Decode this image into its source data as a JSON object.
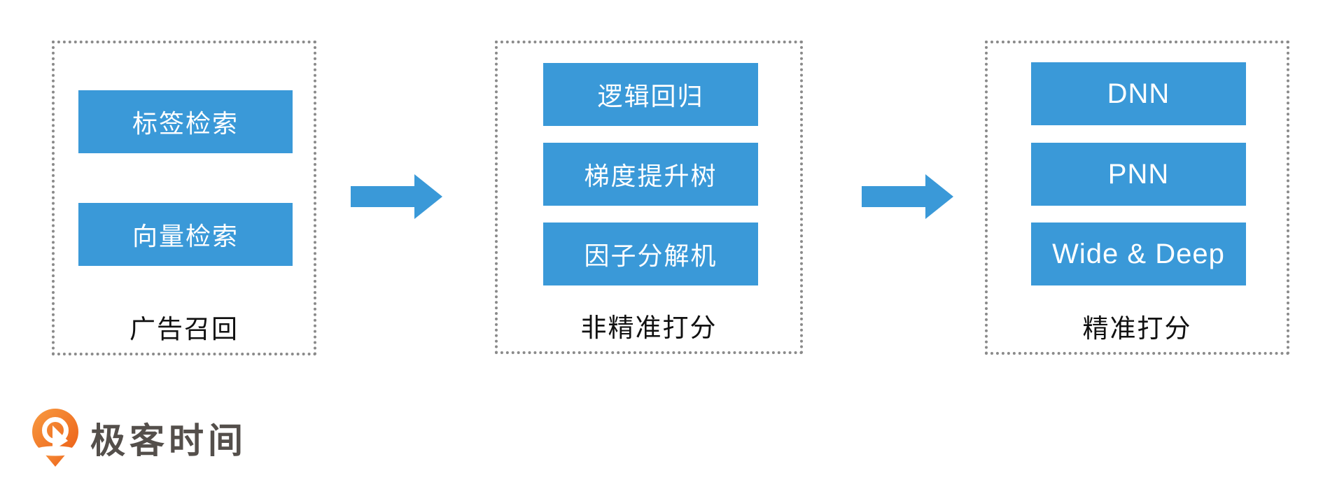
{
  "diagram": {
    "groups": [
      {
        "label": "广告召回",
        "items": [
          "标签检索",
          "向量检索"
        ]
      },
      {
        "label": "非精准打分",
        "items": [
          "逻辑回归",
          "梯度提升树",
          "因子分解机"
        ]
      },
      {
        "label": "精准打分",
        "items": [
          "DNN",
          "PNN",
          "Wide & Deep"
        ]
      }
    ],
    "flow_direction": "left-to-right",
    "arrow_count": 2
  },
  "icons": {
    "arrow": "right-block-arrow-icon",
    "logo": "geektime-pin-icon"
  },
  "logo": {
    "text": "极客时间"
  },
  "colors": {
    "chip_blue": "#3a99d8",
    "arrow_blue": "#3a99d8",
    "dashed_border_gray": "#8a8a8a",
    "label_text": "#111111",
    "chip_text": "#ffffff",
    "logo_orange_light": "#f89b41",
    "logo_orange_dark": "#ec5f17",
    "logo_text_gray": "#544f4b",
    "background": "#ffffff"
  }
}
